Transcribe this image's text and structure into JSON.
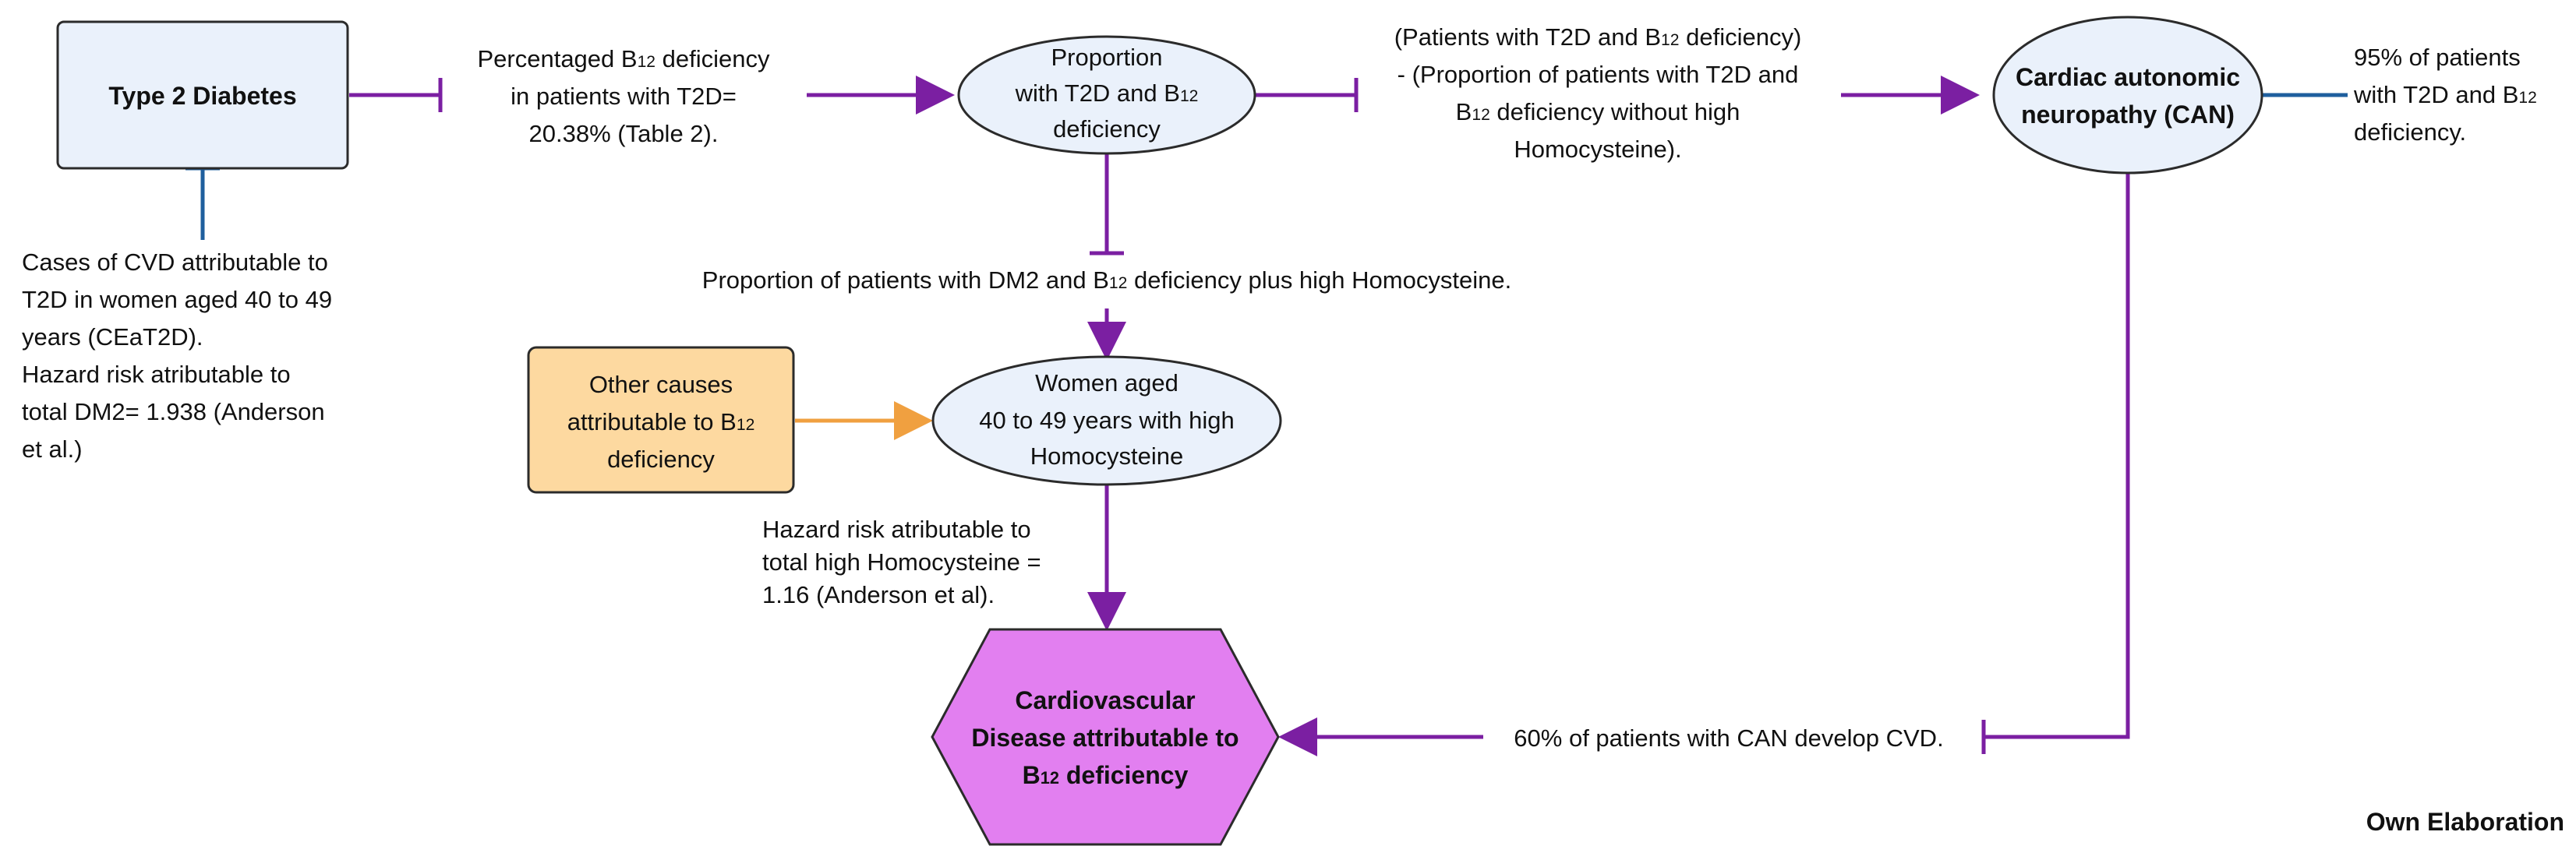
{
  "nodes": {
    "t2d": {
      "label": "Type 2 Diabetes"
    },
    "proportion": {
      "line1": "Proportion",
      "line2_pre": "with T2D and B",
      "line2_sub": "12",
      "line3": "deficiency"
    },
    "can": {
      "line1": "Cardiac autonomic",
      "line2": "neuropathy (CAN)"
    },
    "other_causes": {
      "line1": "Other causes",
      "line2_pre": "attributable to B",
      "line2_sub": "12",
      "line3": "deficiency"
    },
    "women": {
      "line1": "Women aged",
      "line2": "40 to 49 years with high",
      "line3": "Homocysteine"
    },
    "cvd": {
      "line1": "Cardiovascular",
      "line2": "Disease attributable to",
      "line3_pre": "B",
      "line3_sub": "12",
      "line3_post": " deficiency"
    }
  },
  "labels": {
    "cvd_t2d": [
      "Cases of CVD attributable to",
      "T2D in women aged 40 to 49",
      "years (CEaT2D).",
      "Hazard risk atributable to",
      "total DM2= 1.938 (Anderson",
      "et al.)"
    ],
    "percentaged": {
      "line1_pre": "Percentaged B",
      "line1_sub": "12",
      "line1_post": " deficiency",
      "line2": "in patients with T2D=",
      "line3": "20.38% (Table 2)."
    },
    "patients_minus": {
      "line1_pre": "(Patients with T2D and B",
      "line1_sub": "12",
      "line1_post": " deficiency)",
      "line2": "- (Proportion of patients with T2D and",
      "line3_pre": "B",
      "line3_sub": "12",
      "line3_post": " deficiency without high",
      "line4": "Homocysteine)."
    },
    "pct95": {
      "line1": "95% of patients",
      "line2_pre": "with T2D and B",
      "line2_sub": "12",
      "line3": "deficiency."
    },
    "dm2_homocysteine": {
      "pre": "Proportion of patients with DM2 and B",
      "sub": "12",
      "post": " deficiency plus high Homocysteine."
    },
    "hazard_homocysteine": [
      "Hazard risk atributable to",
      "total high Homocysteine =",
      "1.16 (Anderson et al)."
    ],
    "pct60": "60% of patients with CAN develop CVD.",
    "own_elaboration": "Own Elaboration"
  },
  "colors": {
    "edge_purple": "#7b1fa2",
    "inhibit_blue": "#1f5f9e",
    "orange_arrow": "#f0a040",
    "node_blue_fill": "#eaf1fb",
    "other_causes_fill": "#fdd9a0",
    "cvd_fill": "#e27ff0"
  }
}
